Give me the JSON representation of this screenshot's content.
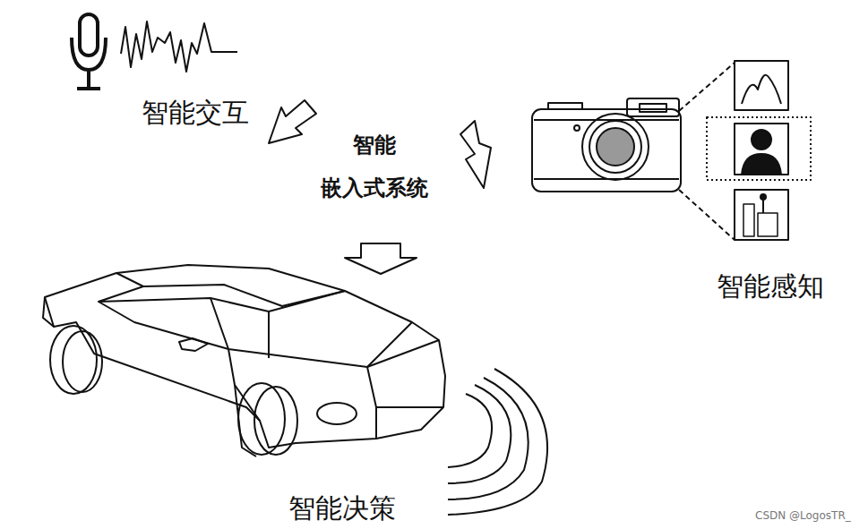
{
  "diagram": {
    "labels": [
      "智能交互",
      "智能",
      "嵌入式系统",
      "智能感知",
      "智能决策",
      "CSDN @LogosTR_"
    ]
  }
}
